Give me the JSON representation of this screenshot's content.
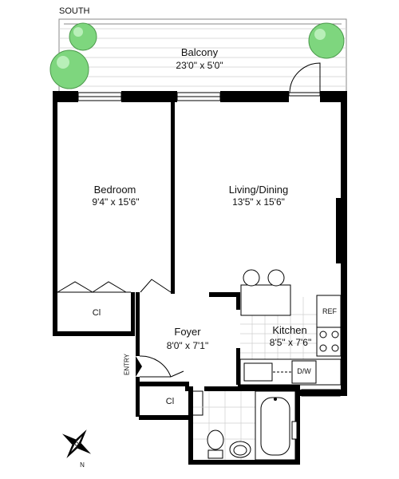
{
  "compass": {
    "top_label": "SOUTH",
    "needle_label": "N"
  },
  "rooms": {
    "balcony": {
      "name": "Balcony",
      "dims": "23'0\" x 5'0\""
    },
    "bedroom": {
      "name": "Bedroom",
      "dims": "9'4\" x 15'6\""
    },
    "living": {
      "name": "Living/Dining",
      "dims": "13'5\" x 15'6\""
    },
    "foyer": {
      "name": "Foyer",
      "dims": "8'0\" x 7'1\""
    },
    "kitchen": {
      "name": "Kitchen",
      "dims": "8'5\" x 7'6\""
    }
  },
  "labels": {
    "closet_bedroom": "Cl",
    "closet_foyer": "Cl",
    "entry": "ENTRY",
    "refrigerator": "REF",
    "dishwasher": "D/W"
  },
  "colors": {
    "wall": "#000000",
    "tree": "#7ed67e",
    "floor_line": "#bdbdbd"
  }
}
